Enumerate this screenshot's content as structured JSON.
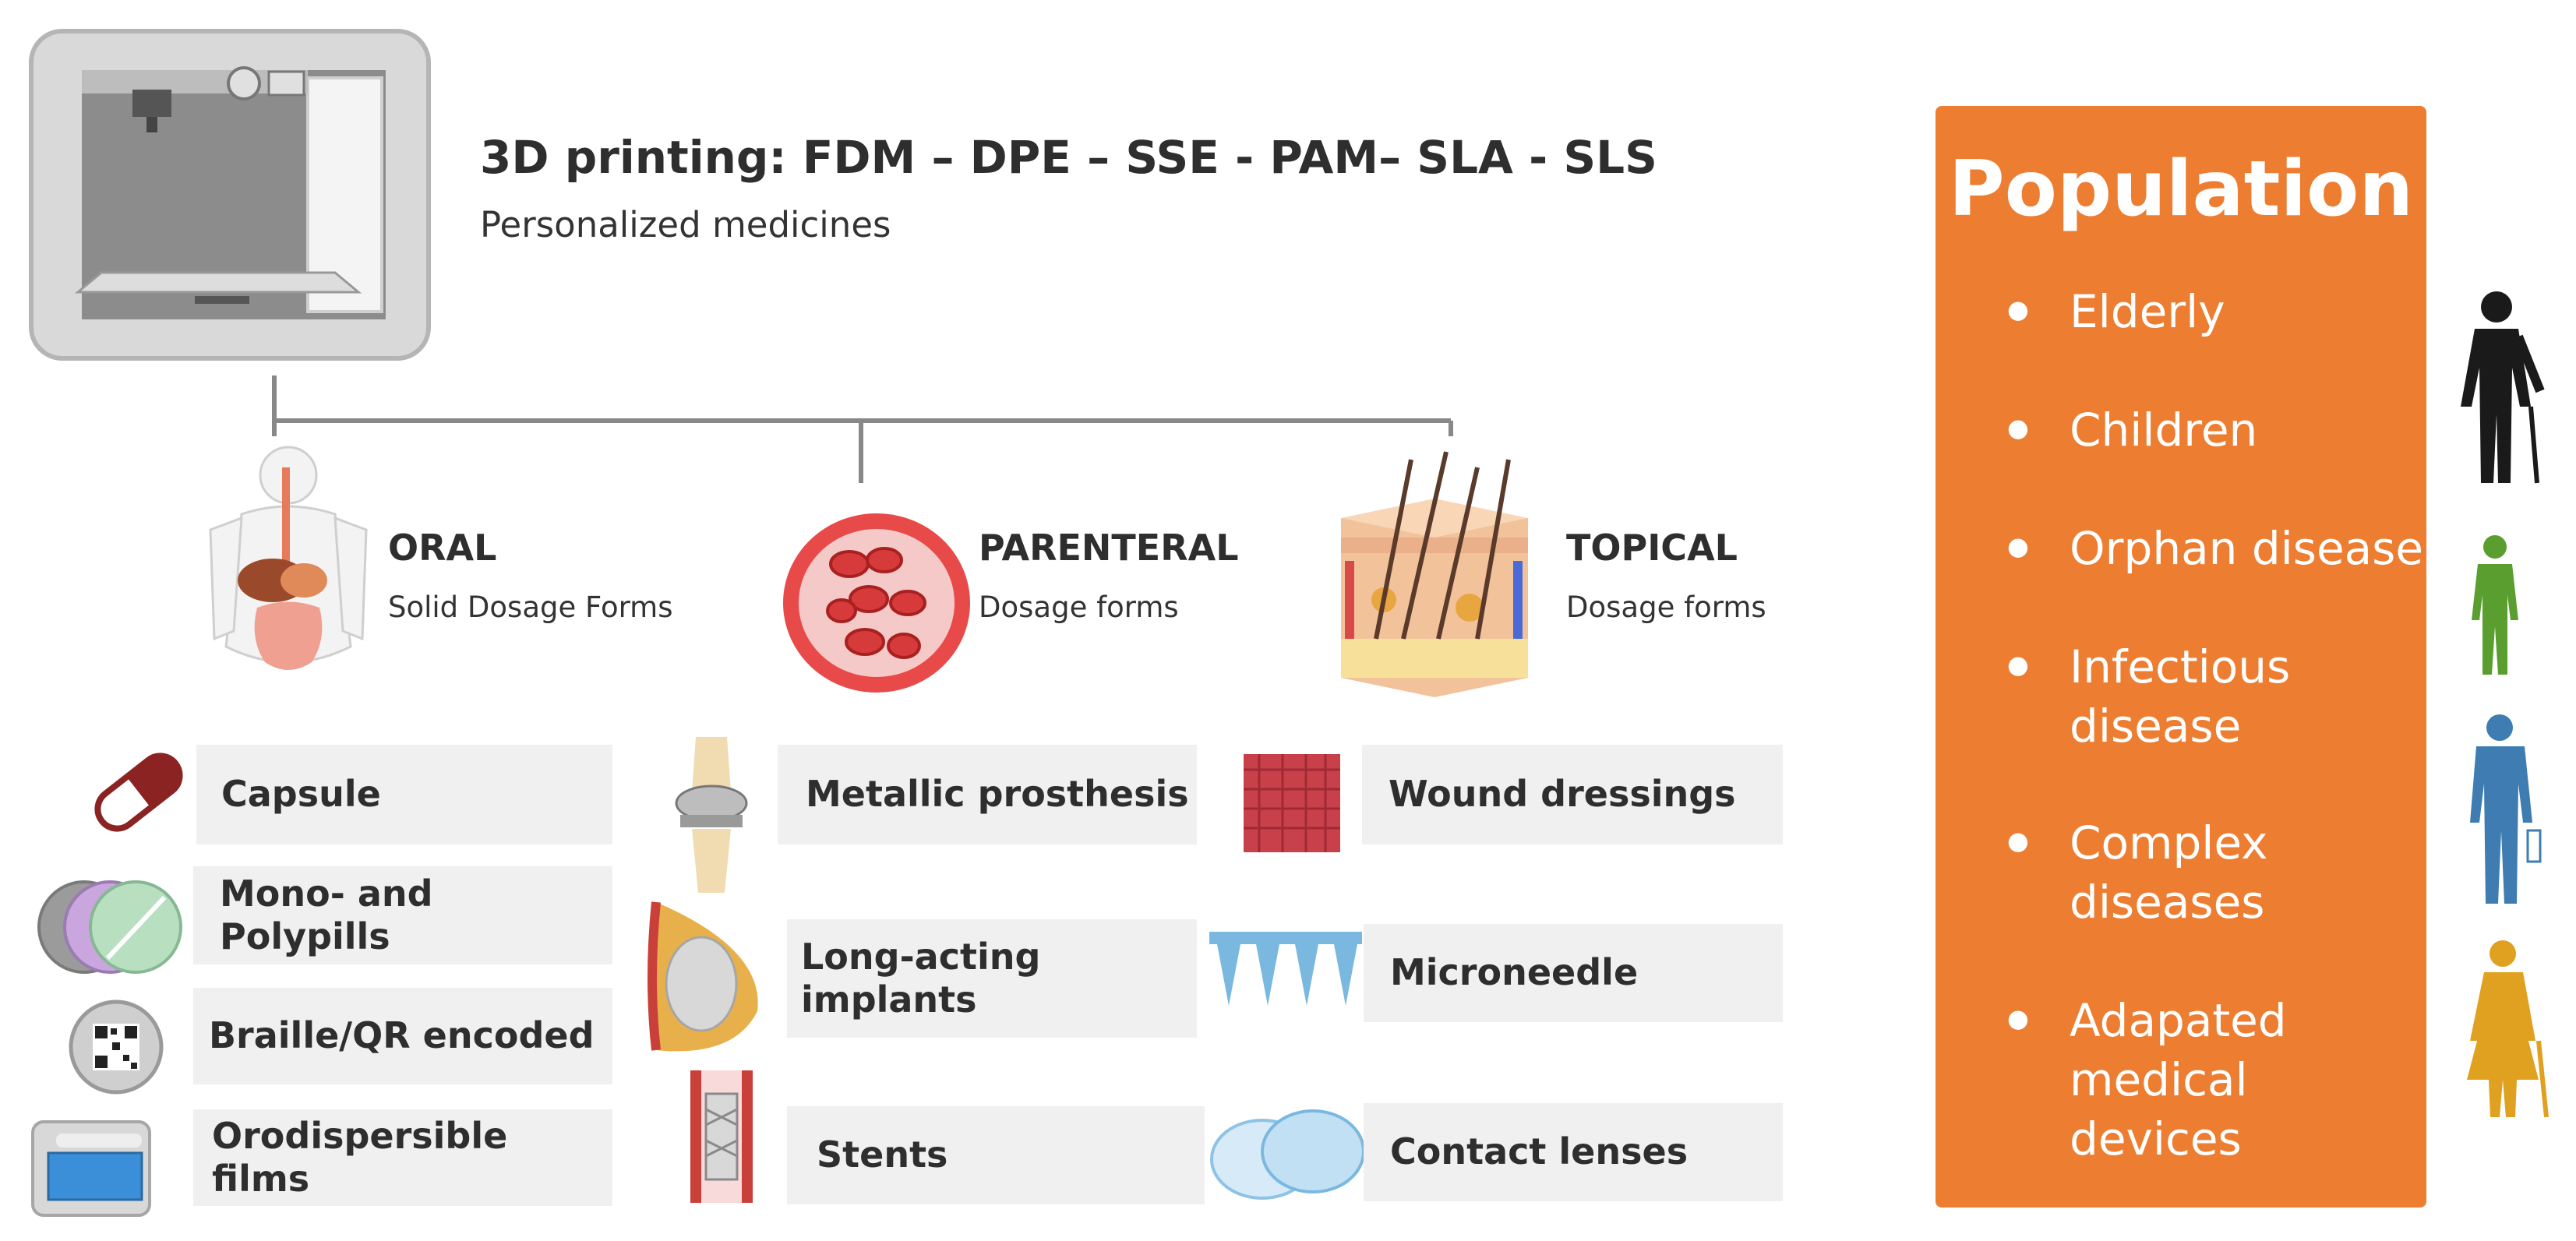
{
  "header": {
    "title": "3D printing: FDM – DPE – SSE - PAM– SLA - SLS",
    "subtitle": "Personalized medicines"
  },
  "routes": {
    "oral": {
      "title": "ORAL",
      "subtitle": "Solid Dosage Forms"
    },
    "parenteral": {
      "title": "PARENTERAL",
      "subtitle": "Dosage forms"
    },
    "topical": {
      "title": "TOPICAL",
      "subtitle": "Dosage forms"
    }
  },
  "oral_items": [
    "Capsule",
    "Mono- and  Polypills",
    "Braille/QR encoded",
    "Orodispersible films"
  ],
  "parenteral_items": [
    "Metallic prosthesis",
    "Long-acting implants",
    "Stents"
  ],
  "topical_items": [
    "Wound dressings",
    "Microneedle",
    "Contact lenses"
  ],
  "population": {
    "title": "Population",
    "items": [
      "Elderly",
      "Children",
      "Orphan disease",
      "Infectious disease",
      "Complex diseases",
      "Adapated medical devices"
    ]
  },
  "colors": {
    "panel": "#ed7d31",
    "box": "#f0f0f0",
    "elderly": "#1a1a1a",
    "child": "#5a9e2f",
    "adult": "#3e7cb1",
    "woman": "#e0a020"
  },
  "icons": {
    "printer": "3d-printer-icon",
    "oral": "digestive-system-icon",
    "parenteral": "blood-vessel-icon",
    "topical": "skin-layers-icon"
  }
}
